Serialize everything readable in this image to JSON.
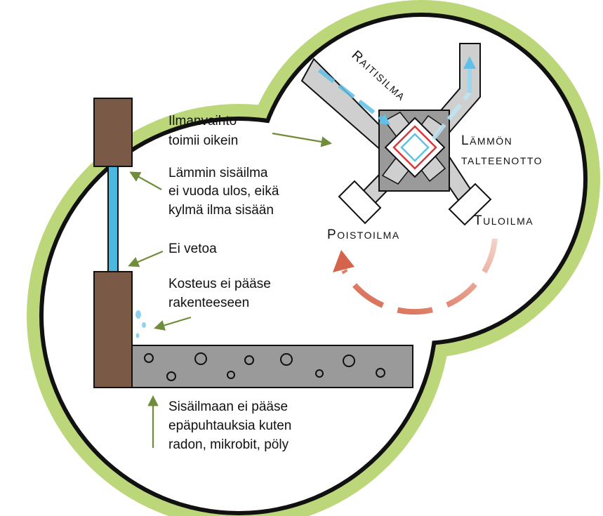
{
  "labels": {
    "ventilation": [
      "Ilmanvaihto",
      "toimii oikein"
    ],
    "warm_air": [
      "Lämmin sisäilma",
      "ei vuoda ulos, eikä",
      "kylmä ilma sisään"
    ],
    "no_draft": [
      "Ei vetoa"
    ],
    "moisture": [
      "Kosteus ei pääse",
      "rakenteeseen"
    ],
    "contaminants": [
      "Sisäilmaan ei pääse",
      "epäpuhtauksia kuten",
      "radon, mikrobit, pöly"
    ]
  },
  "ducts": {
    "fresh_air": {
      "first": "R",
      "rest": "AITISILMA"
    },
    "heat_recovery": {
      "first": "L",
      "rest": "ÄMMÖN",
      "line2": "TALTEENOTTO"
    },
    "supply_air": {
      "first": "T",
      "rest": "ULOILMA"
    },
    "exhaust_air": {
      "first": "P",
      "rest": "OISTOILMA"
    }
  },
  "colors": {
    "outline_green": "#bcd77a",
    "border": "#111111",
    "wall_brown": "#7a5a47",
    "window_blue": "#4bb8e0",
    "concrete": "#9a9a9a",
    "duct_grey": "#cfcfcf",
    "arrow_green": "#6f8d3a",
    "air_blue": "#5fc0e8",
    "recycle_red": "#d8735f"
  }
}
